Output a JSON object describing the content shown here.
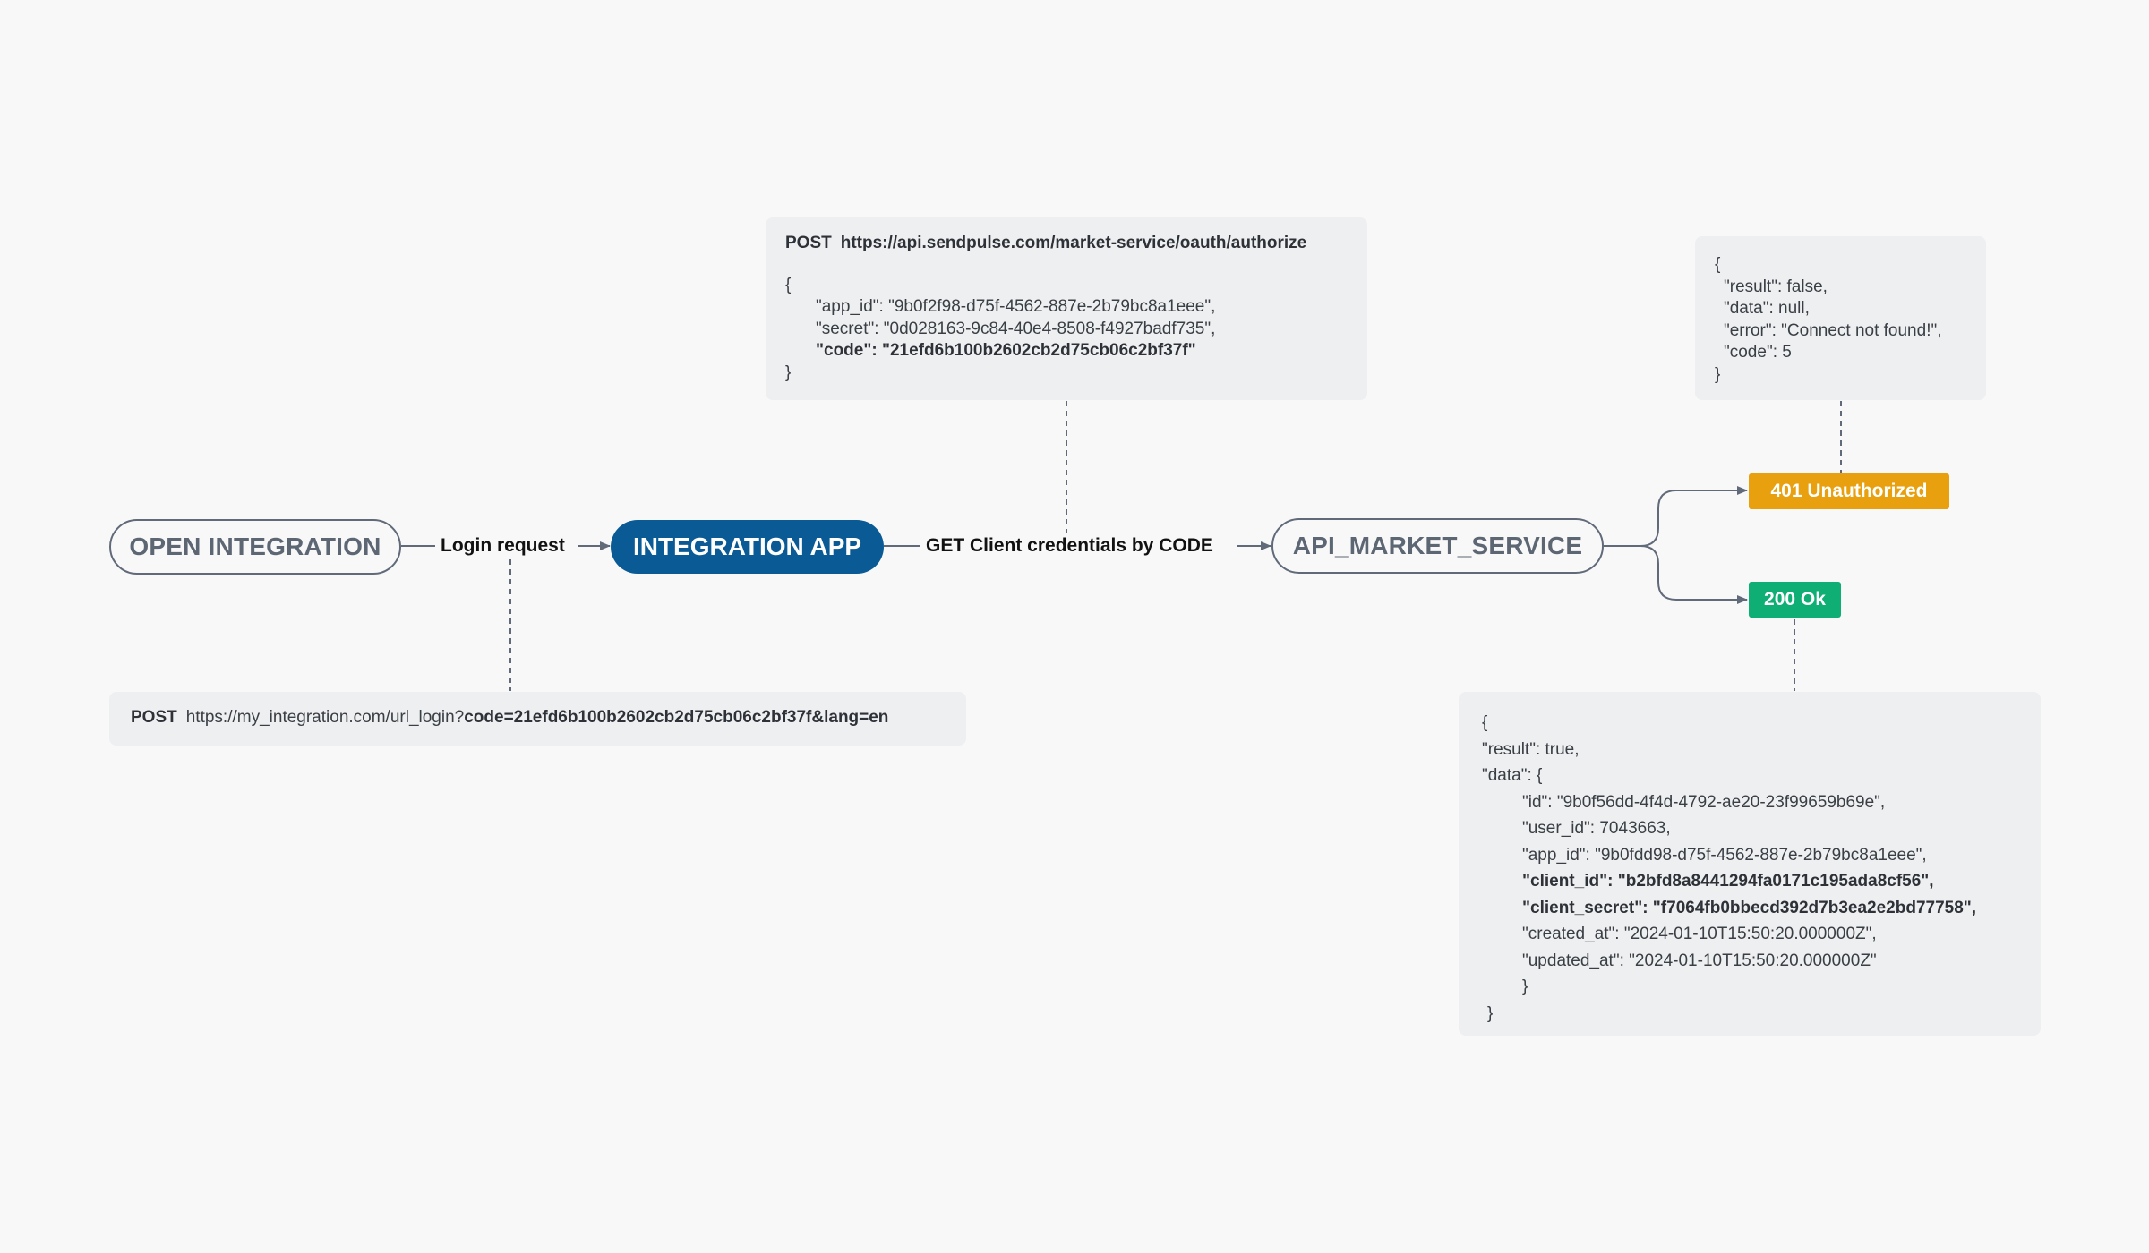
{
  "nodes": {
    "open_integration": "OPEN INTEGRATION",
    "integration_app": "INTEGRATION APP",
    "api_market_service": "API_MARKET_SERVICE"
  },
  "edges": {
    "login_request": "Login request",
    "get_credentials": "GET Client credentials by CODE"
  },
  "badges": {
    "unauthorized": "401 Unauthorized",
    "ok": "200 Ok"
  },
  "login_note": {
    "method": "POST",
    "url": "https://my_integration.com/url_login?",
    "query": "code=21efd6b100b2602cb2d75cb06c2bf37f&lang=en"
  },
  "authorize_note": {
    "method": "POST",
    "url": "https://api.sendpulse.com/market-service/oauth/authorize",
    "open": "{",
    "app_id": "\"app_id\": \"9b0f2f98-d75f-4562-887e-2b79bc8a1eee\",",
    "secret": "\"secret\": \"0d028163-9c84-40e4-8508-f4927badf735\",",
    "code": "\"code\": \"21efd6b100b2602cb2d75cb06c2bf37f\"",
    "close": "}"
  },
  "error_note": {
    "open": "{",
    "result": "\"result\": false,",
    "data": "\"data\": null,",
    "error": "\"error\": \"Connect not found!\",",
    "code": "\"code\": 5",
    "close": "}"
  },
  "success_note": {
    "open": "{",
    "result": "\"result\": true,",
    "data": "\"data\": {",
    "id": "\"id\": \"9b0f56dd-4f4d-4792-ae20-23f99659b69e\",",
    "user_id": "\"user_id\": 7043663,",
    "app_id": "\"app_id\": \"9b0fdd98-d75f-4562-887e-2b79bc8a1eee\",",
    "client_id": "\"client_id\": \"b2bfd8a8441294fa0171c195ada8cf56\",",
    "client_secret": "\"client_secret\": \"f7064fb0bbecd392d7b3ea2e2bd77758\",",
    "created_at": "\"created_at\": \"2024-01-10T15:50:20.000000Z\",",
    "updated_at": "\"updated_at\": \"2024-01-10T15:50:20.000000Z\"",
    "inner_close": "}",
    "close": "}"
  },
  "colors": {
    "background": "#f8f8f9",
    "node_outline": "#606a78",
    "integration_app_fill": "#0a5b95",
    "badge_unauthorized": "#e8a00e",
    "badge_ok": "#0fae74",
    "note_bg": "#eeeff0",
    "connector": "#606a78"
  }
}
